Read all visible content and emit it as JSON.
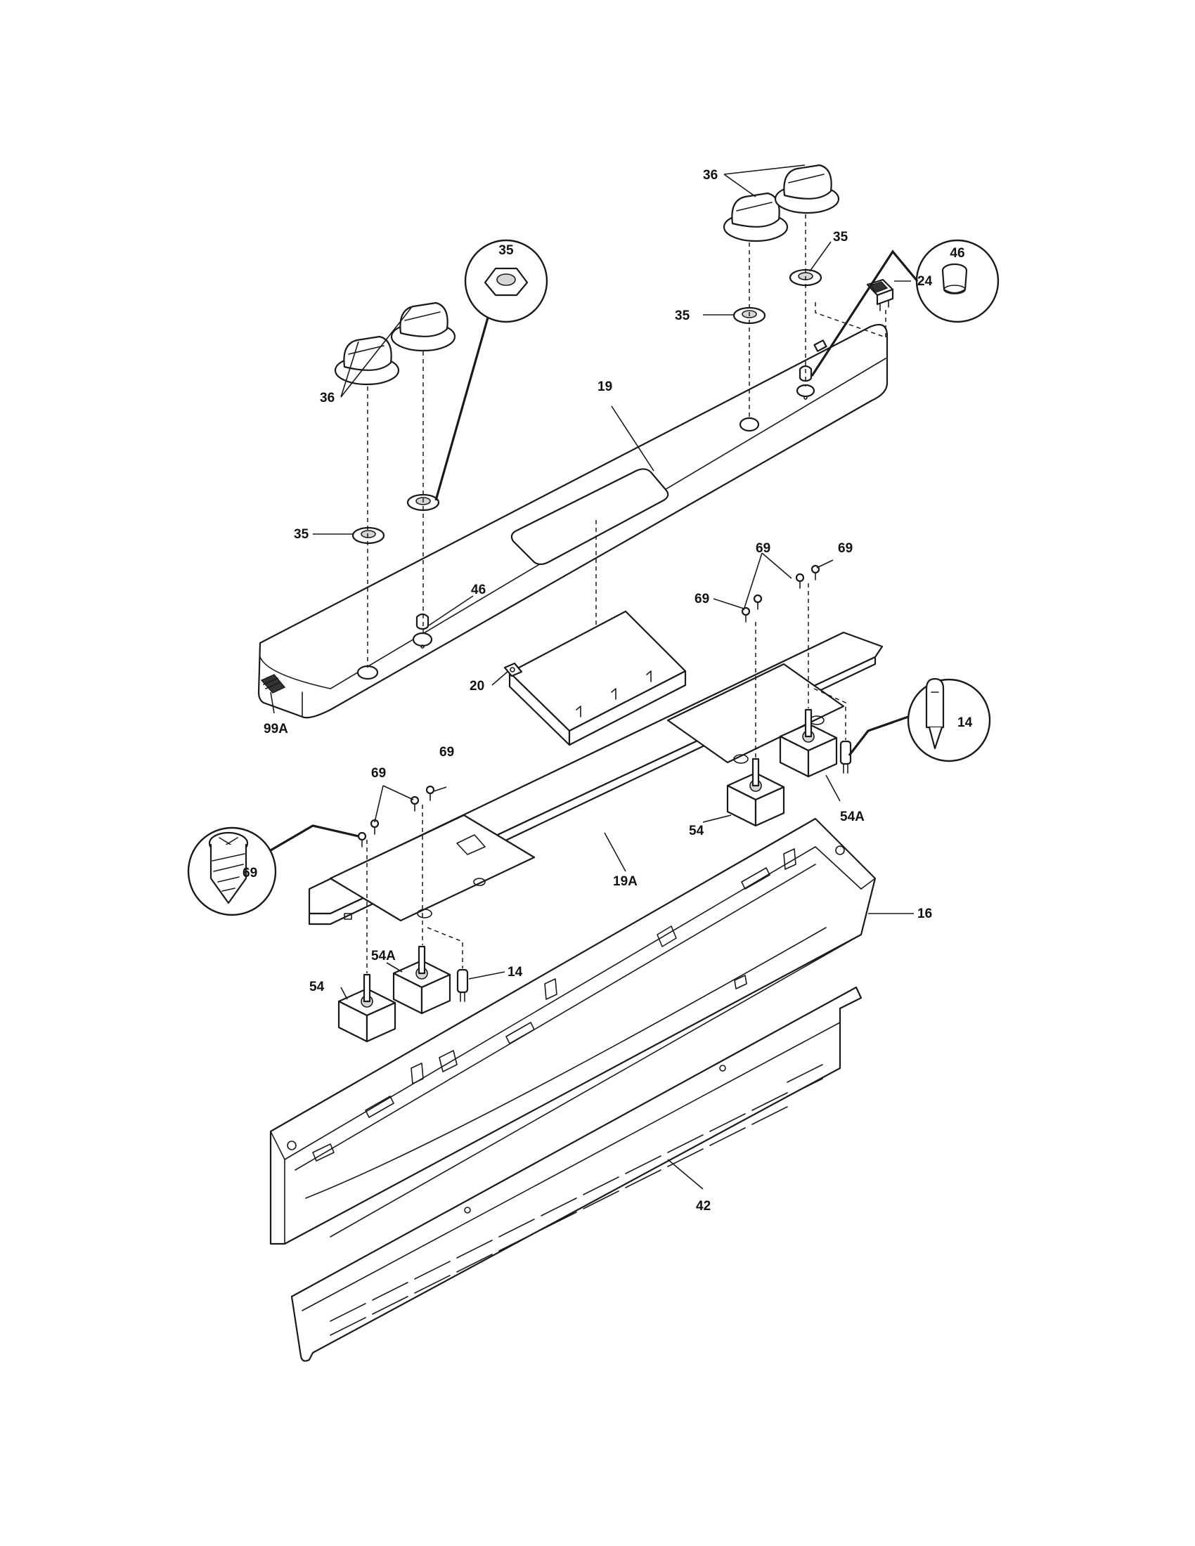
{
  "callouts": [
    {
      "id": "c36_tr",
      "text": "36"
    },
    {
      "id": "c35_tr",
      "text": "35"
    },
    {
      "id": "c24",
      "text": "24"
    },
    {
      "id": "c35_mr",
      "text": "35"
    },
    {
      "id": "c46_circle",
      "text": "46"
    },
    {
      "id": "c35_circle",
      "text": "35"
    },
    {
      "id": "c36_l",
      "text": "36"
    },
    {
      "id": "c19",
      "text": "19"
    },
    {
      "id": "c35_l",
      "text": "35"
    },
    {
      "id": "c46_l",
      "text": "46"
    },
    {
      "id": "c69_a",
      "text": "69"
    },
    {
      "id": "c69_b",
      "text": "69"
    },
    {
      "id": "c69_c",
      "text": "69"
    },
    {
      "id": "c20",
      "text": "20"
    },
    {
      "id": "c99a",
      "text": "99A"
    },
    {
      "id": "c14_circle",
      "text": "14"
    },
    {
      "id": "c69_d",
      "text": "69"
    },
    {
      "id": "c69_e",
      "text": "69"
    },
    {
      "id": "c54a_r",
      "text": "54A"
    },
    {
      "id": "c54_r",
      "text": "54"
    },
    {
      "id": "c69_circle",
      "text": "69"
    },
    {
      "id": "c19a",
      "text": "19A"
    },
    {
      "id": "c16",
      "text": "16"
    },
    {
      "id": "c54a_l",
      "text": "54A"
    },
    {
      "id": "c14_l",
      "text": "14"
    },
    {
      "id": "c54_l",
      "text": "54"
    },
    {
      "id": "c42",
      "text": "42"
    }
  ]
}
